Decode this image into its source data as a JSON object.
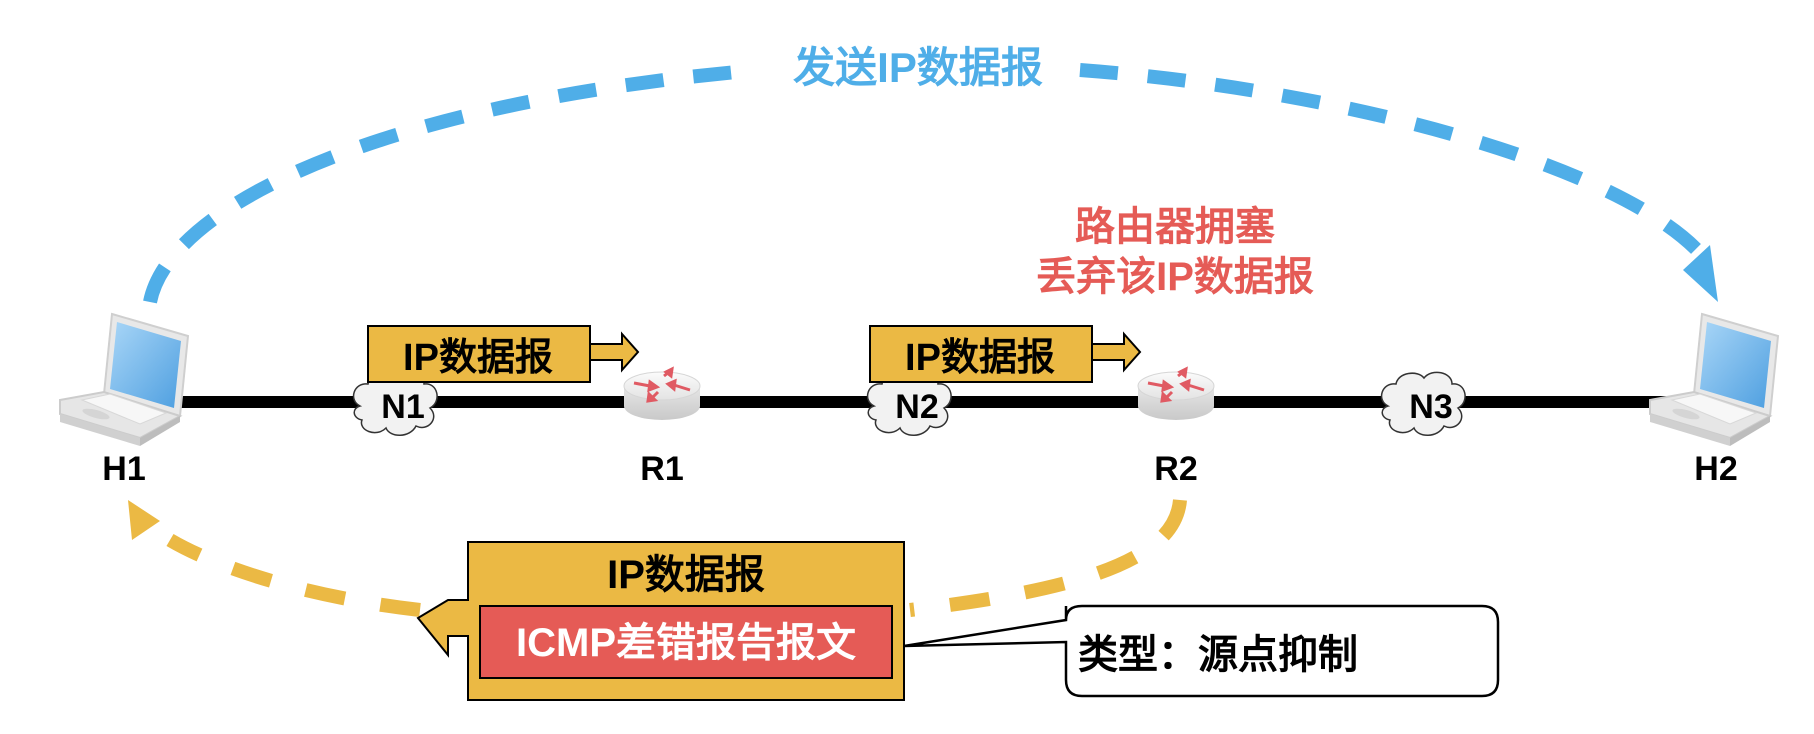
{
  "title_send": "发送IP数据报",
  "congestion_note": [
    "路由器拥塞",
    "丢弃该IP数据报"
  ],
  "nodes": {
    "h1": "H1",
    "h2": "H2",
    "r1": "R1",
    "r2": "R2",
    "n1": "N1",
    "n2": "N2",
    "n3": "N3"
  },
  "packets": {
    "p1_label": "IP数据报",
    "p2_label": "IP数据报",
    "return_outer_label": "IP数据报",
    "return_inner_label": "ICMP差错报告报文"
  },
  "callout": {
    "text": "类型：源点抑制"
  },
  "colors": {
    "blue_path": "#4faee8",
    "yellow_path": "#ebb944",
    "packet_fill": "#ebb944",
    "icmp_fill": "#e55b56",
    "congestion_text": "#e55b56",
    "link": "#000000"
  }
}
